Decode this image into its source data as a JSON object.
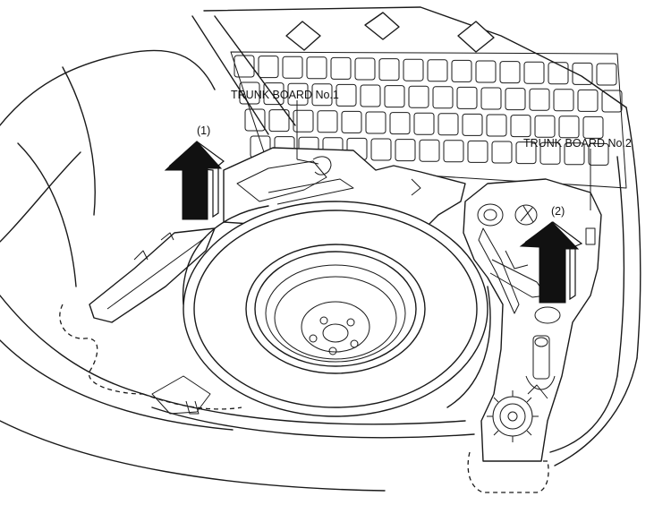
{
  "labels": {
    "trunk_board_1": "TRUNK BOARD No.1",
    "trunk_board_2": "TRUNK BOARD No.2",
    "step_1": "(1)",
    "step_2": "(2)"
  },
  "colors": {
    "line": "#1a1a1a",
    "arrow_fill": "#111111",
    "background": "#ffffff"
  },
  "icons": {
    "arrow_1": "up-arrow-icon",
    "arrow_2": "up-arrow-icon"
  }
}
